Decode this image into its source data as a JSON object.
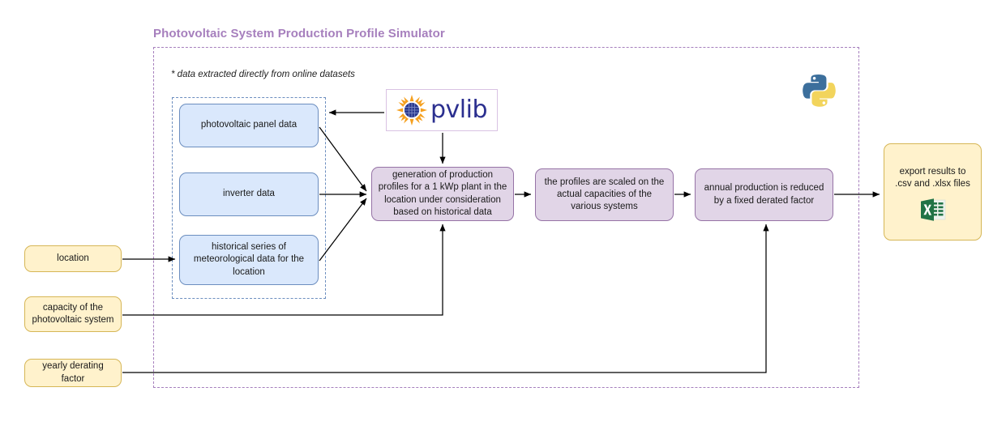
{
  "title": "Photovoltaic System Production Profile Simulator",
  "note": "* data extracted directly from online datasets",
  "colors": {
    "title": "#a67fbd",
    "outer_frame": "#a67fbd",
    "inner_frame": "#6c8ebf",
    "blue_fill": "#dae8fc",
    "blue_border": "#6c8ebf",
    "purple_fill": "#e1d5e7",
    "purple_border": "#9673a6",
    "yellow_fill": "#fff2cc",
    "yellow_border": "#d6b656",
    "arrow": "#000000",
    "pvlib_text": "#2b2f8f",
    "pvlib_sun": "#f5a623",
    "excel_green": "#217346",
    "python_blue": "#366b9c",
    "python_yellow": "#f2d65c"
  },
  "data_sources": [
    {
      "id": "panel",
      "label": "photovoltaic panel data"
    },
    {
      "id": "inverter",
      "label": "inverter data"
    },
    {
      "id": "meteo",
      "label": "historical series of meteorological data for the location"
    }
  ],
  "inputs": [
    {
      "id": "location",
      "label": "location"
    },
    {
      "id": "capacity",
      "label": "capacity of the photovoltaic system"
    },
    {
      "id": "derating",
      "label": "yearly derating factor"
    }
  ],
  "processes": [
    {
      "id": "generation",
      "label": "generation of production profiles for a 1 kWp plant in the location under consideration based on historical data"
    },
    {
      "id": "scaling",
      "label": "the profiles are scaled on the actual capacities of the various systems"
    },
    {
      "id": "derate",
      "label": "annual production is reduced by a fixed derated factor"
    }
  ],
  "output": {
    "id": "export",
    "label": "export results to .csv and .xlsx files",
    "icon": "excel-icon"
  },
  "logos": {
    "pvlib": {
      "wordmark": "pvlib",
      "icon": "pvlib-sun-icon"
    },
    "python": {
      "icon": "python-logo-icon"
    }
  }
}
